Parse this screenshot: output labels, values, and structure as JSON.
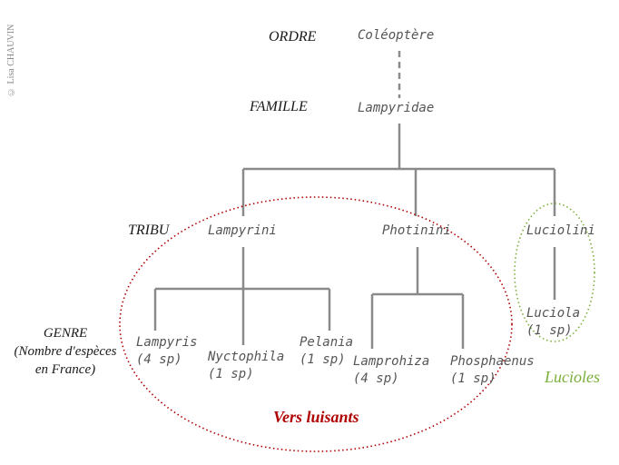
{
  "copyright": "© Lisa CHAUVIN",
  "ranks": {
    "ordre": "ORDRE",
    "famille": "FAMILLE",
    "tribu": "TRIBU",
    "genre_line1": "GENRE",
    "genre_line2": "(Nombre d'espèces",
    "genre_line3": "en France)"
  },
  "ordre": "Coléoptère",
  "famille": "Lampyridae",
  "tribus": [
    "Lampyrini",
    "Photinini",
    "Luciolini"
  ],
  "genres": [
    {
      "name": "Lampyris",
      "count": "(4 sp)"
    },
    {
      "name": "Nyctophila",
      "count": "(1 sp)"
    },
    {
      "name": "Pelania",
      "count": "(1 sp)"
    },
    {
      "name": "Lamprohiza",
      "count": "(4 sp)"
    },
    {
      "name": "Phosphaenus",
      "count": "(1 sp)"
    },
    {
      "name": "Luciola",
      "count": "(1 sp)"
    }
  ],
  "groups": {
    "vers_luisants": "Vers luisants",
    "lucioles": "Lucioles"
  },
  "colors": {
    "lines": "#8a8a8a",
    "vers_luisants": "#b00000",
    "lucioles": "#7ab03a"
  }
}
